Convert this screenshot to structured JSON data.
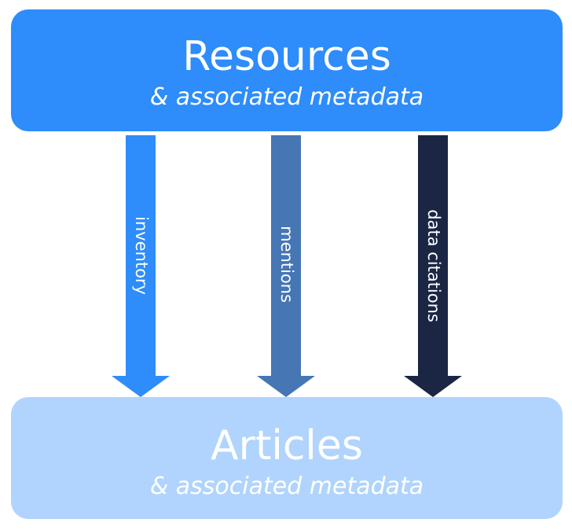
{
  "diagram": {
    "source_box": {
      "title": "Resources",
      "subtitle": "& associated metadata",
      "color": "#2e8cfb"
    },
    "target_box": {
      "title": "Articles",
      "subtitle": "& associated metadata",
      "color": "#b0d4fd"
    },
    "arrows": [
      {
        "label": "inventory",
        "color": "#2e8cfb",
        "from": "source_box",
        "to": "target_box"
      },
      {
        "label": "mentions",
        "color": "#4676b4",
        "from": "source_box",
        "to": "target_box"
      },
      {
        "label": "data citations",
        "color": "#1a2644",
        "from": "source_box",
        "to": "target_box"
      }
    ]
  }
}
